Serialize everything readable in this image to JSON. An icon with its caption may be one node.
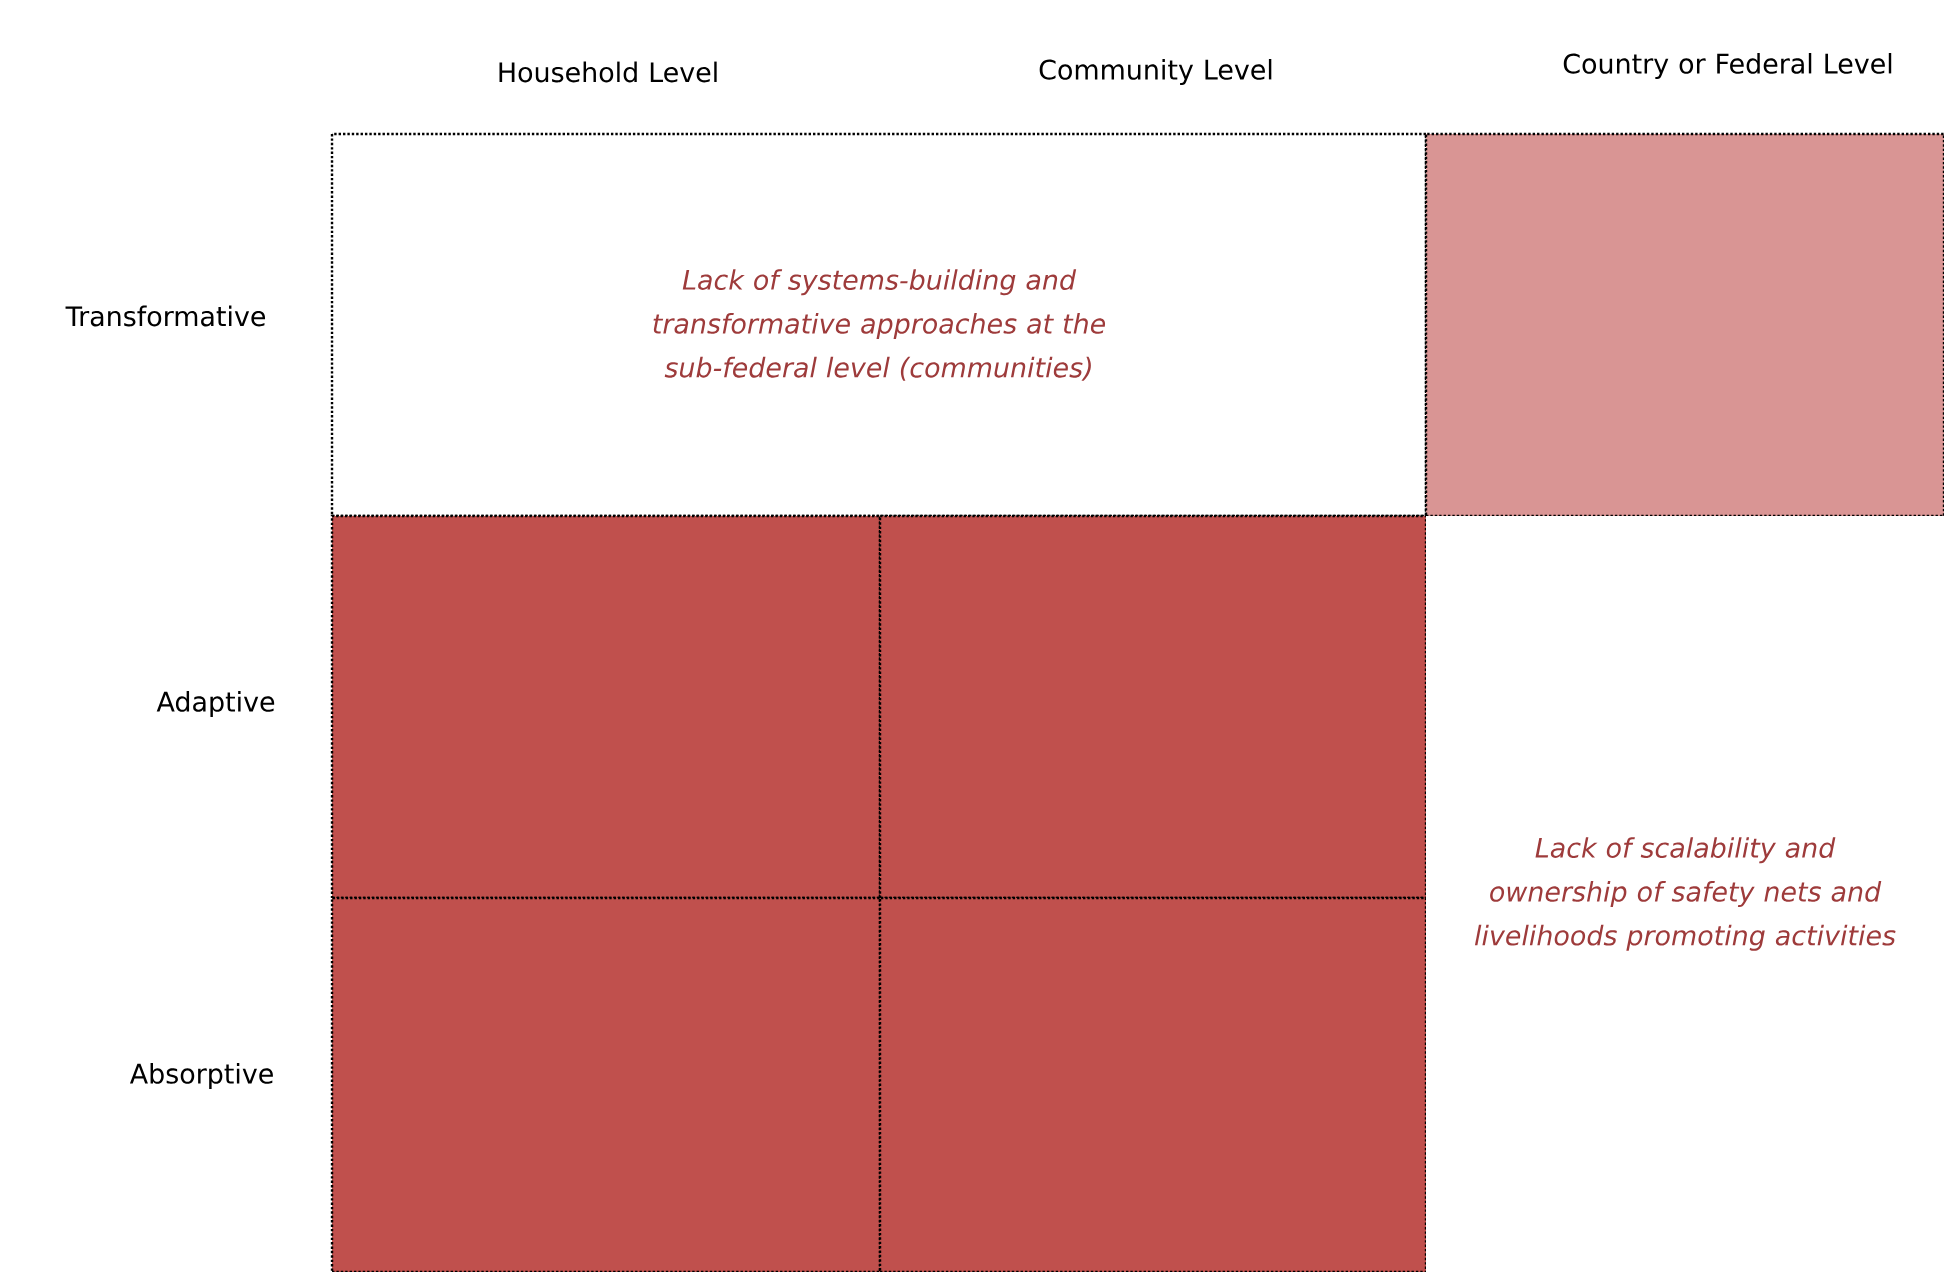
{
  "diagram": {
    "nodes": [
      {
        "text": [
          "Lack of systems-building and transformative approaches at the sub-federal level (communities)"
        ]
      },
      {
        "text": [],
        "shape": "box"
      },
      {
        "text": [],
        "shape": "box"
      },
      {
        "text": [],
        "shape": "box"
      },
      {
        "text": [],
        "shape": "box"
      },
      {
        "text": [],
        "shape": "box"
      },
      {
        "text": [
          "Lack of scalability and ownership of safety nets and livelihoods promoting activities"
        ]
      }
    ],
    "labels": [
      "Household Level",
      "Community Level",
      "Country or Federal Level",
      "Transformative",
      "Adaptive",
      "Absorptive"
    ]
  }
}
